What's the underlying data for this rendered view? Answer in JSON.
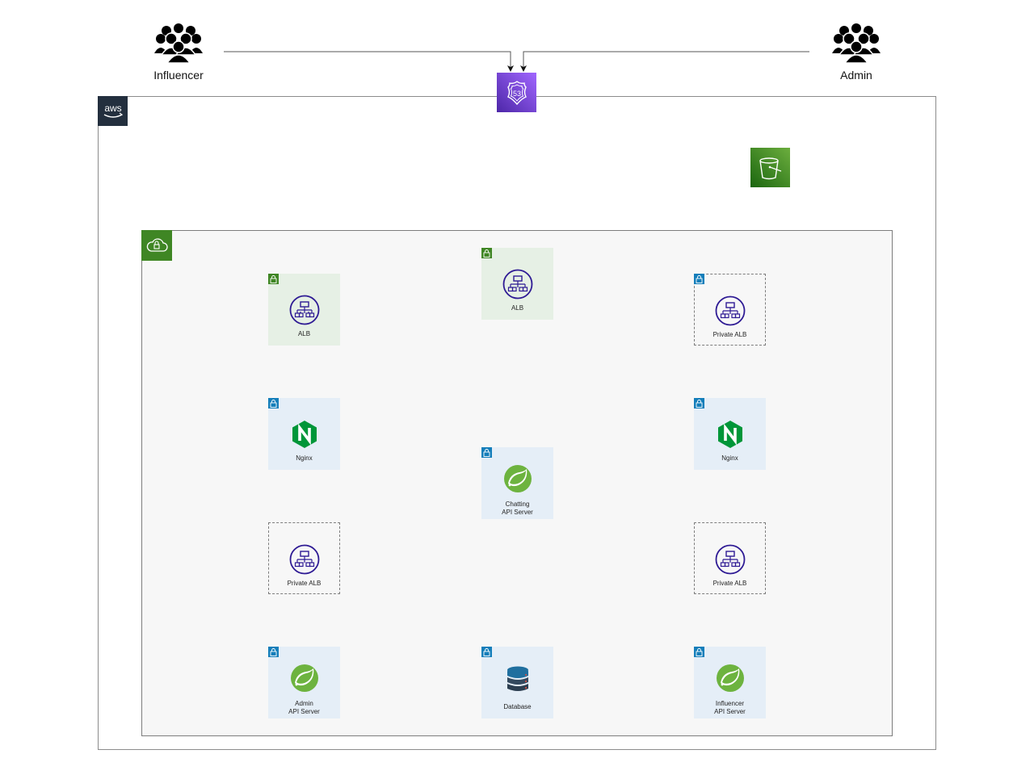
{
  "actors": {
    "influencer": {
      "label": "Influencer",
      "icon": "users-group-icon"
    },
    "admin": {
      "label": "Admin",
      "icon": "users-group-icon"
    }
  },
  "cloud": {
    "logo_text": "aws",
    "route53": {
      "icon": "route53-shield-icon",
      "text": "53"
    },
    "s3": {
      "icon": "s3-bucket-icon"
    },
    "vpc": {
      "icon": "cloud-lock-icon"
    }
  },
  "nodes": {
    "alb_left": {
      "label": "ALB"
    },
    "alb_center": {
      "label": "ALB"
    },
    "private_alb_right_top": {
      "label": "Private ALB"
    },
    "nginx_left": {
      "label": "Nginx"
    },
    "nginx_right": {
      "label": "Nginx"
    },
    "chatting_api": {
      "label": "Chatting\nAPI Server"
    },
    "private_alb_left": {
      "label": "Private ALB"
    },
    "private_alb_right_bottom": {
      "label": "Private ALB"
    },
    "admin_api": {
      "label": "Admin\nAPI Server"
    },
    "database": {
      "label": "Database"
    },
    "influencer_api": {
      "label": "Influencer\nAPI Server"
    }
  },
  "colors": {
    "public_subnet": "#e6f0e5",
    "private_subnet": "#e5eef7",
    "public_lock": "#3f8624",
    "private_lock": "#147eba",
    "alb_icon": "#2e1a94",
    "nginx": "#009639",
    "spring": "#6db33f",
    "aws_dark": "#232f3e"
  }
}
